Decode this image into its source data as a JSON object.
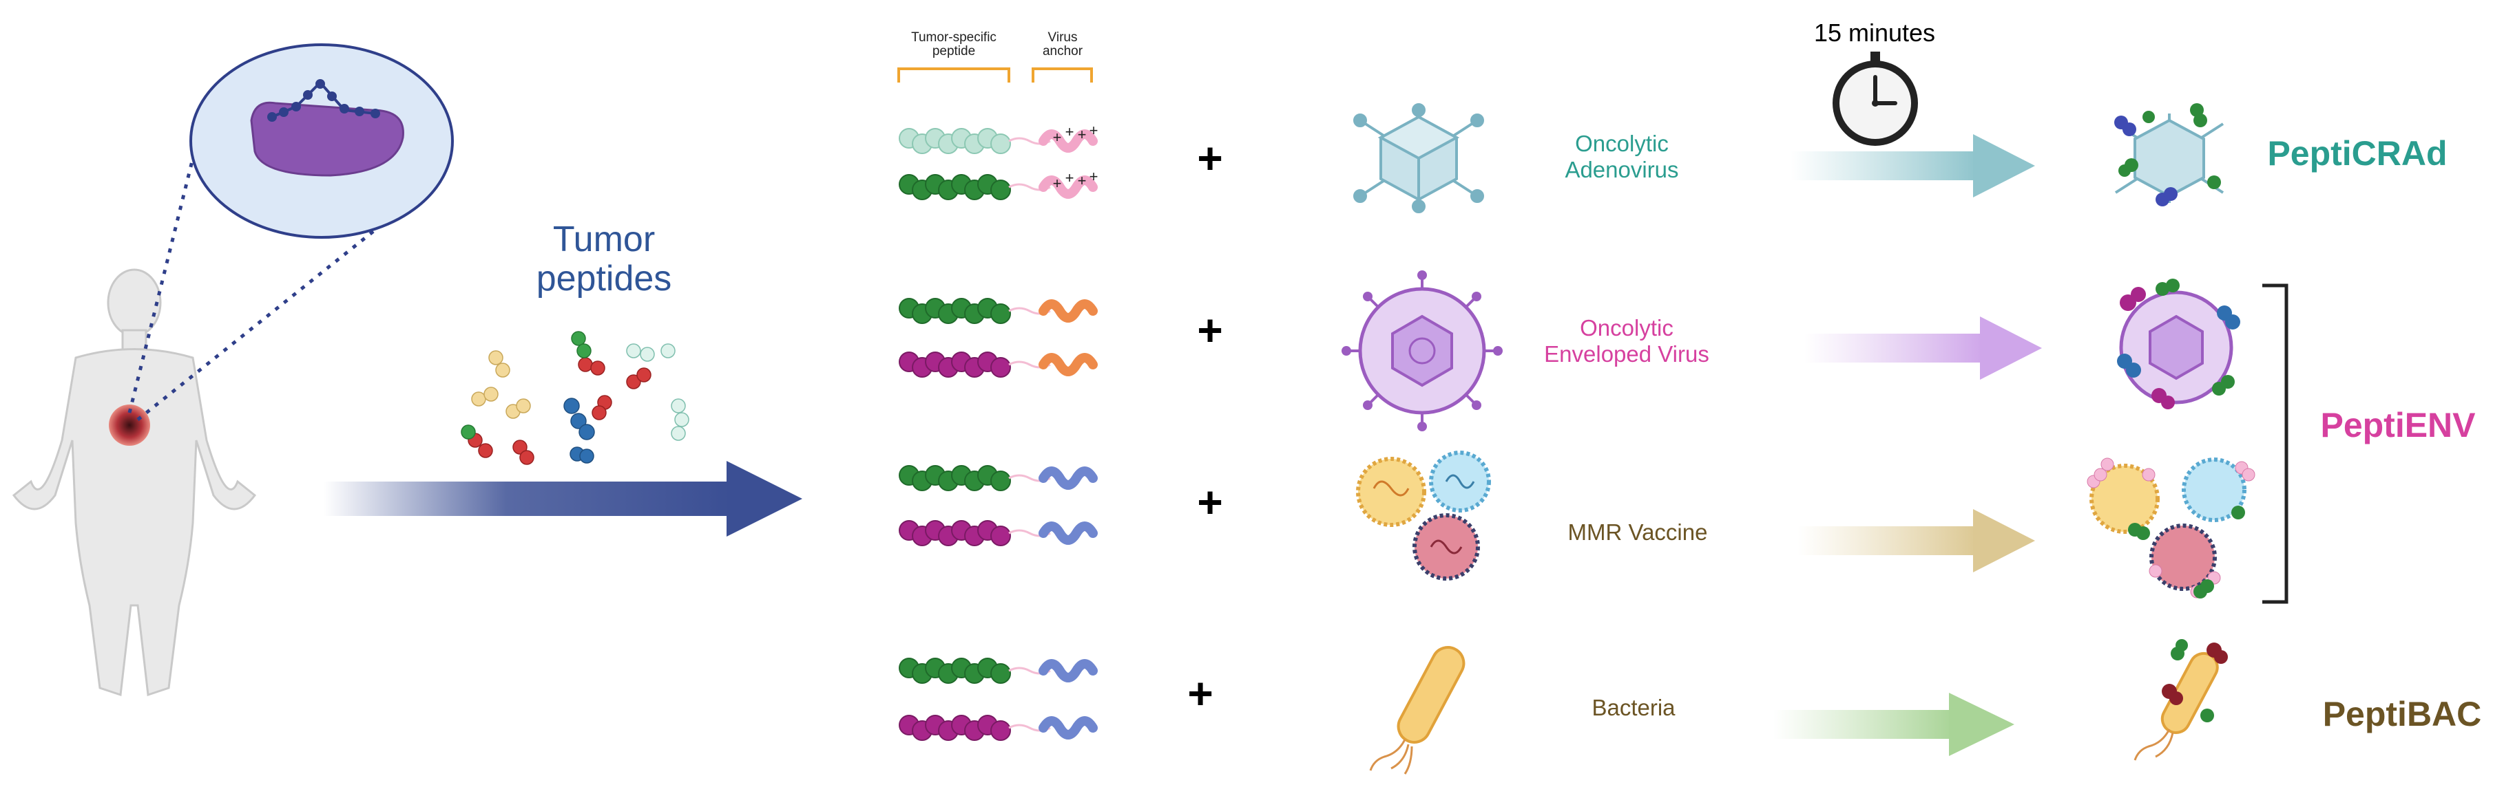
{
  "labels": {
    "tumor_peptides_line1": "Tumor",
    "tumor_peptides_line2": "peptides",
    "header_tumor_specific_line1": "Tumor-specific",
    "header_tumor_specific_line2": "peptide",
    "header_virus_anchor_line1": "Virus",
    "header_virus_anchor_line2": "anchor",
    "timer": "15 minutes",
    "plus": "+"
  },
  "rows": [
    {
      "vector_line1": "Oncolytic",
      "vector_line2": "Adenovirus",
      "product": "PeptiCRAd",
      "color": "#2a9d8f"
    },
    {
      "vector_line1": "Oncolytic",
      "vector_line2": "Enveloped Virus",
      "product": "",
      "color": "#d6409f"
    },
    {
      "vector_line1": "MMR Vaccine",
      "vector_line2": "",
      "product": "",
      "color": "#6b5424"
    },
    {
      "vector_line1": "Bacteria",
      "vector_line2": "",
      "product": "PeptiBAC",
      "color": "#6b5424"
    }
  ],
  "bracket_label": "PeptiENV",
  "bracket_color": "#d6409f",
  "colors": {
    "title_blue": "#2f5597",
    "arrow_blue": "#3b4f94",
    "peptide_green": "#2e8b3a",
    "peptide_magenta": "#a8268a",
    "peptide_mint": "#bfe3d6",
    "anchor_pink": "#f2a6c8",
    "anchor_orange": "#ee8a4a",
    "anchor_blue": "#6f86cf",
    "brace_orange": "#f0a530"
  },
  "icons": [
    "human-body-icon",
    "stomach-icon",
    "adenovirus-icon",
    "enveloped-virus-icon",
    "mmr-vaccine-icon",
    "bacteria-icon",
    "clock-icon"
  ]
}
